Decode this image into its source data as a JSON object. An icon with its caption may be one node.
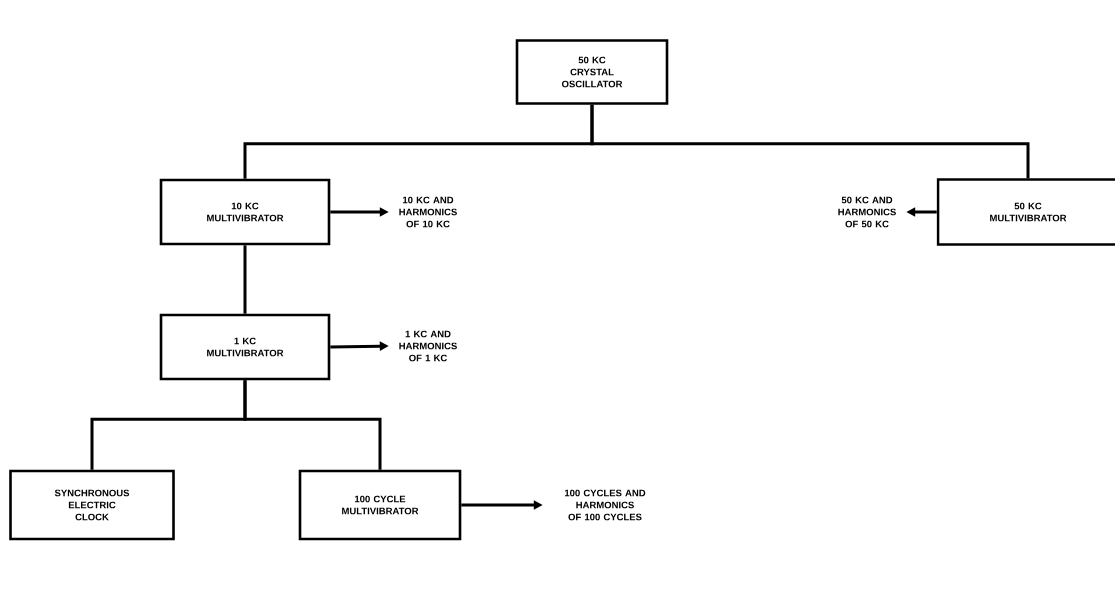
{
  "diagram": {
    "nodes": [
      {
        "text": [
          "50 KC CRYSTAL OSCILLATOR"
        ]
      },
      {
        "text": [
          "10 KC MULTIVIBRATOR"
        ]
      },
      {
        "text": [
          "50 KC MULTIVIBRATOR"
        ]
      },
      {
        "text": [
          "10 KC AND HARMONICS OF 10 KC"
        ]
      },
      {
        "text": [
          "50 KC AND HARMONICS OF 50 KC"
        ]
      },
      {
        "text": [
          "1 KC MULTIVIBRATOR"
        ]
      },
      {
        "text": [
          "1 KC AND HARMONICS OF 1 KC"
        ]
      },
      {
        "text": [
          "SYNCHRONOUS ELECTRIC CLOCK"
        ]
      },
      {
        "text": [
          "100 CYCLE MULTIVIBRATOR"
        ]
      },
      {
        "text": [
          "100 CYCLES AND HARMONICS OF 100 CYCLES"
        ]
      }
    ],
    "edges": [
      {
        "from": 0,
        "to": 1,
        "arrow": "none"
      },
      {
        "from": 0,
        "to": 2,
        "arrow": "none"
      },
      {
        "from": 1,
        "to": 3,
        "arrow": "to"
      },
      {
        "from": 2,
        "to": 4,
        "arrow": "to"
      },
      {
        "from": 1,
        "to": 5,
        "arrow": "none"
      },
      {
        "from": 5,
        "to": 6,
        "arrow": "to"
      },
      {
        "from": 5,
        "to": 7,
        "arrow": "none"
      },
      {
        "from": 5,
        "to": 8,
        "arrow": "none"
      },
      {
        "from": 8,
        "to": 9,
        "arrow": "to"
      }
    ]
  }
}
